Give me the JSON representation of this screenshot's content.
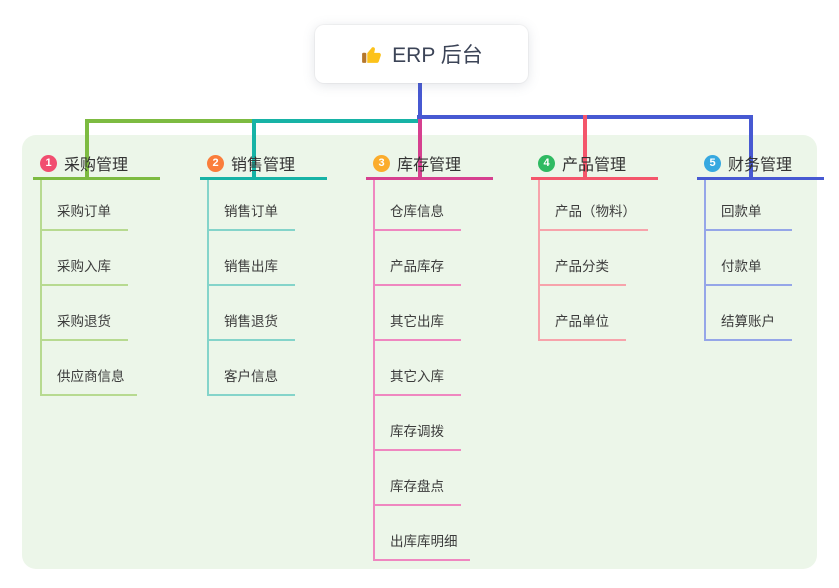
{
  "page": {
    "background": "#ffffff",
    "panel_background": "#ecf6e9"
  },
  "root": {
    "title": "ERP 后台",
    "icon": "thumbs-up-icon",
    "connector_color": "#4759d2"
  },
  "connector_segments": {
    "left_green": "#7dbb41",
    "mid_teal": "#17b3a6",
    "right_blue": "#4759d2"
  },
  "branches": [
    {
      "number": "1",
      "title": "采购管理",
      "badge_color": "#f14e70",
      "line_color": "#7dbb41",
      "child_line_color": "#b7da90",
      "children": [
        "采购订单",
        "采购入库",
        "采购退货",
        "供应商信息"
      ]
    },
    {
      "number": "2",
      "title": "销售管理",
      "badge_color": "#fa7d3b",
      "line_color": "#17b3a6",
      "child_line_color": "#84d4ca",
      "children": [
        "销售订单",
        "销售出库",
        "销售退货",
        "客户信息"
      ]
    },
    {
      "number": "3",
      "title": "库存管理",
      "badge_color": "#fbac2c",
      "line_color": "#d6408f",
      "child_line_color": "#ef87c0",
      "children": [
        "仓库信息",
        "产品库存",
        "其它出库",
        "其它入库",
        "库存调拨",
        "库存盘点",
        "出库库明细"
      ]
    },
    {
      "number": "4",
      "title": "产品管理",
      "badge_color": "#2fba62",
      "line_color": "#f4566b",
      "child_line_color": "#f7a3ab",
      "children": [
        "产品（物料）",
        "产品分类",
        "产品单位"
      ]
    },
    {
      "number": "5",
      "title": "财务管理",
      "badge_color": "#36a8e0",
      "line_color": "#4759d2",
      "child_line_color": "#95a6e8",
      "children": [
        "回款单",
        "付款单",
        "结算账户"
      ]
    }
  ]
}
